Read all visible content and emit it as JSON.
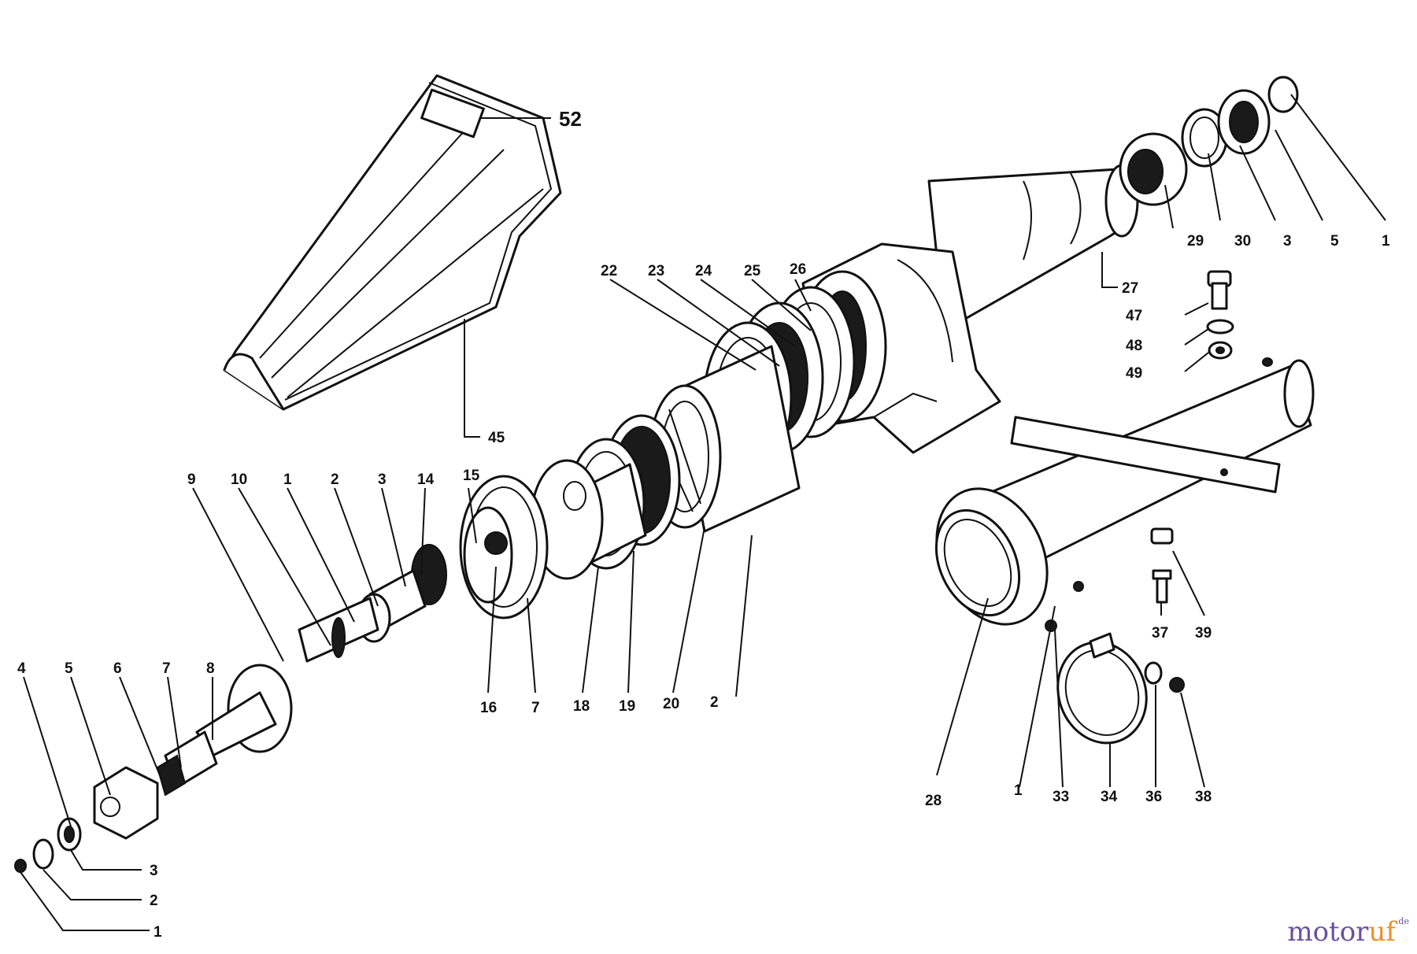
{
  "labels": [
    "52",
    "29",
    "30",
    "3",
    "5",
    "1",
    "27",
    "22",
    "23",
    "24",
    "25",
    "26",
    "47",
    "48",
    "49",
    "45",
    "9",
    "10",
    "1",
    "2",
    "3",
    "14",
    "15",
    "16",
    "7",
    "18",
    "19",
    "20",
    "2",
    "28",
    "37",
    "39",
    "4",
    "5",
    "6",
    "7",
    "8",
    "3",
    "2",
    "1",
    "1",
    "33",
    "34",
    "36",
    "38"
  ],
  "logo": {
    "main_a": "motor",
    "main_b": "uf",
    "tld": ".de"
  },
  "colors": {
    "ink": "#111111",
    "logo_purple": "#6a4fa0",
    "logo_orange": "#e8902a"
  }
}
